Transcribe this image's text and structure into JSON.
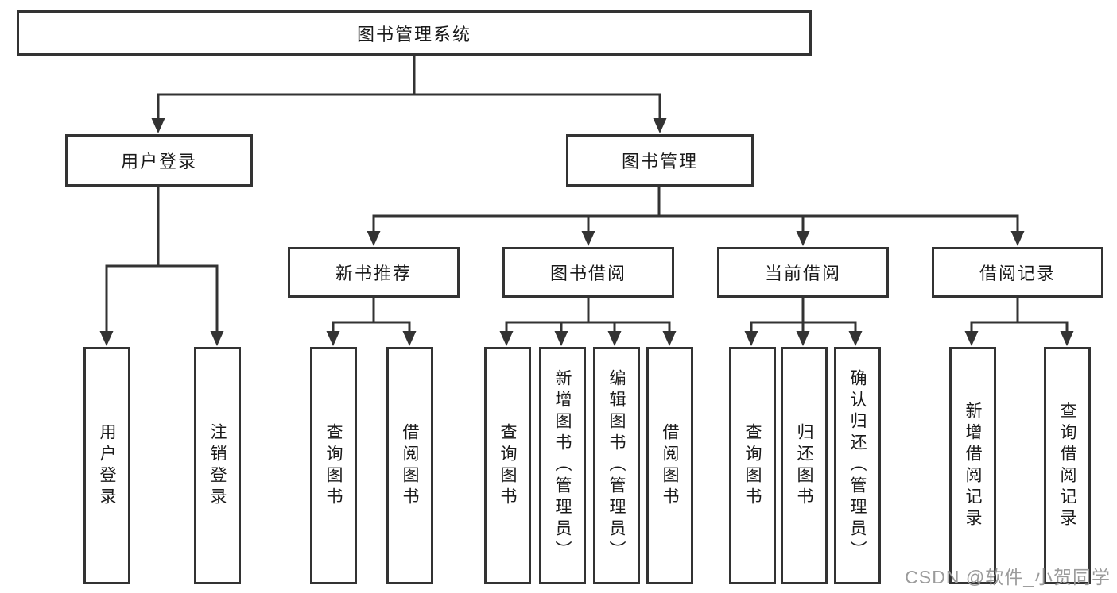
{
  "diagram_type": "hierarchy-tree",
  "tree": {
    "label": "图书管理系统",
    "children": [
      {
        "label": "用户登录",
        "children": [
          {
            "label": "用户登录"
          },
          {
            "label": "注销登录"
          }
        ]
      },
      {
        "label": "图书管理",
        "children": [
          {
            "label": "新书推荐",
            "children": [
              {
                "label": "查询图书"
              },
              {
                "label": "借阅图书"
              }
            ]
          },
          {
            "label": "图书借阅",
            "children": [
              {
                "label": "查询图书"
              },
              {
                "label": "新增图书（管理员）"
              },
              {
                "label": "编辑图书（管理员）"
              },
              {
                "label": "借阅图书"
              }
            ]
          },
          {
            "label": "当前借阅",
            "children": [
              {
                "label": "查询图书"
              },
              {
                "label": "归还图书"
              },
              {
                "label": "确认归还（管理员）"
              }
            ]
          },
          {
            "label": "借阅记录",
            "children": [
              {
                "label": "新增借阅记录"
              },
              {
                "label": "查询借阅记录"
              }
            ]
          }
        ]
      }
    ]
  },
  "watermark": {
    "text": "CSDN @软件_小贺同学"
  },
  "colors": {
    "line": "#333333",
    "box_border": "#333333",
    "box_fill": "#ffffff",
    "text": "#1a1a1a",
    "watermark": "#9b9b9b",
    "background": "#ffffff"
  }
}
